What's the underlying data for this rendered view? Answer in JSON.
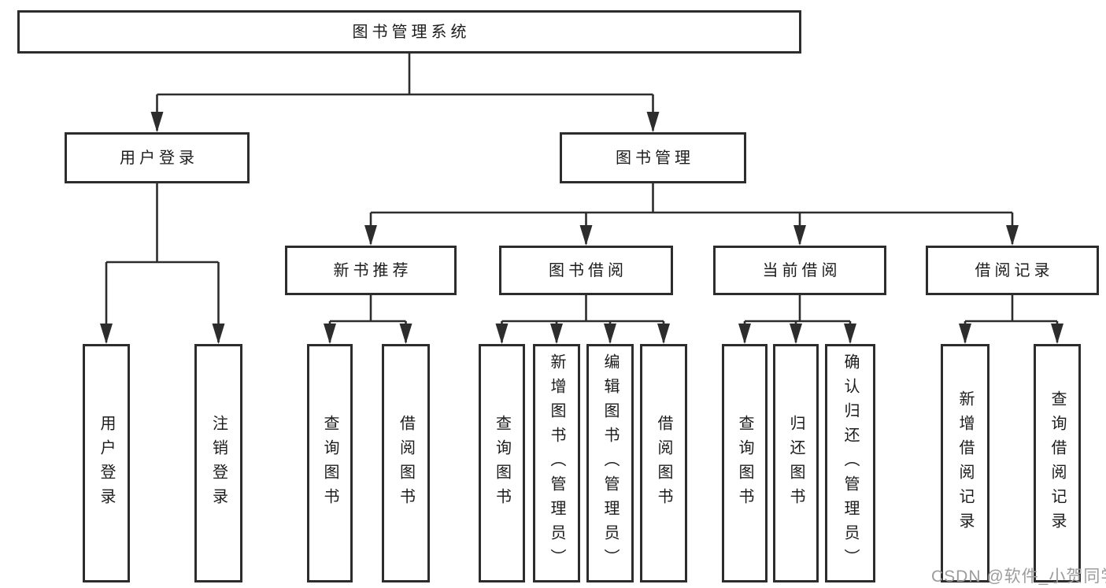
{
  "diagram_type": "hierarchy-tree",
  "title": "图书管理系统",
  "watermark": "CSDN @软件_小贺同学",
  "colors": {
    "line": "#2d2d2d",
    "box_fill": "#ffffff",
    "text": "#1c1c1c",
    "watermark": "#9c9c9c",
    "background": "#ffffff"
  },
  "nodes": {
    "root": "图书管理系统",
    "login": "用户登录",
    "mgmt": "图书管理",
    "rec": "新书推荐",
    "borrow": "图书借阅",
    "current": "当前借阅",
    "records": "借阅记录",
    "login_user": "用户登录",
    "login_logout": "注销登录",
    "rec_query": "查询图书",
    "rec_borrow": "借阅图书",
    "borrow_query": "查询图书",
    "borrow_add": "新增图书（管理员）",
    "borrow_edit": "编辑图书（管理员）",
    "borrow_borrow": "借阅图书",
    "current_query": "查询图书",
    "current_return": "归还图书",
    "current_confirm": "确认归还（管理员）",
    "records_add": "新增借阅记录",
    "records_query": "查询借阅记录"
  },
  "edges": [
    [
      "root",
      "login"
    ],
    [
      "root",
      "mgmt"
    ],
    [
      "login",
      "login_user"
    ],
    [
      "login",
      "login_logout"
    ],
    [
      "mgmt",
      "rec"
    ],
    [
      "mgmt",
      "borrow"
    ],
    [
      "mgmt",
      "current"
    ],
    [
      "mgmt",
      "records"
    ],
    [
      "rec",
      "rec_query"
    ],
    [
      "rec",
      "rec_borrow"
    ],
    [
      "borrow",
      "borrow_query"
    ],
    [
      "borrow",
      "borrow_add"
    ],
    [
      "borrow",
      "borrow_edit"
    ],
    [
      "borrow",
      "borrow_borrow"
    ],
    [
      "current",
      "current_query"
    ],
    [
      "current",
      "current_return"
    ],
    [
      "current",
      "current_confirm"
    ],
    [
      "records",
      "records_add"
    ],
    [
      "records",
      "records_query"
    ]
  ]
}
